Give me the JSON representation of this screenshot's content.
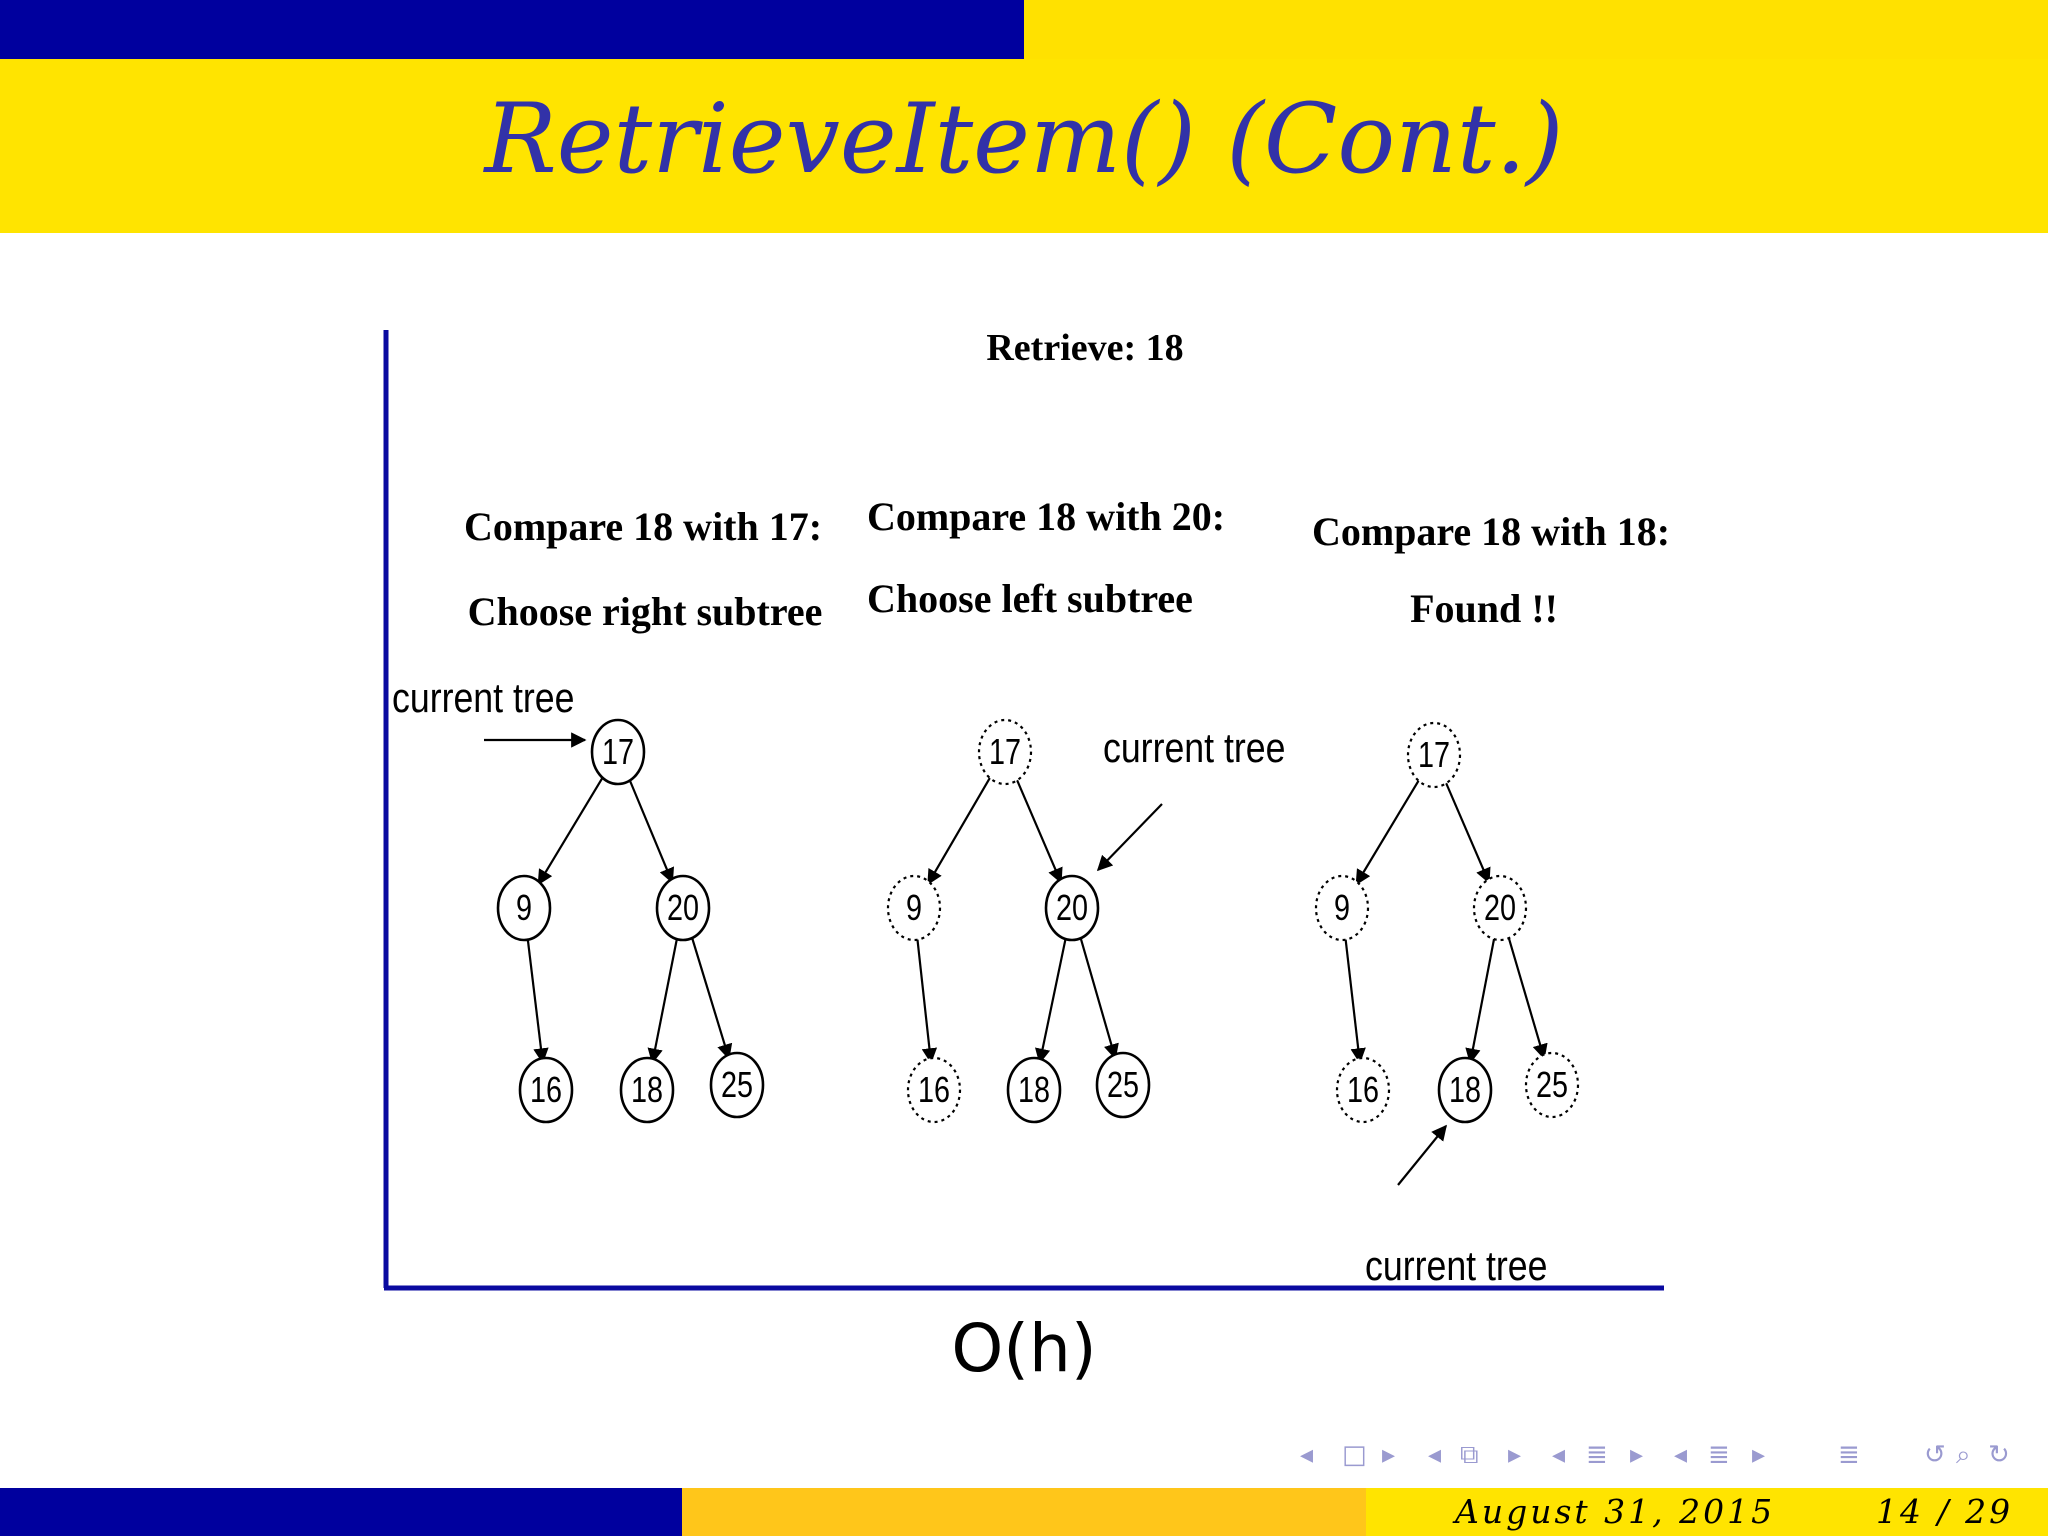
{
  "slide": {
    "title": "RetrieveItem() (Cont.)",
    "complexity": "O(h)",
    "date": "August 31, 2015",
    "page": "14 / 29"
  },
  "diagram": {
    "heading": "Retrieve: 18",
    "pointer_label": "current tree",
    "panels": [
      {
        "caption_line1": "Compare 18 with 17:",
        "caption_line2": "Choose right subtree",
        "nodes": [
          "17",
          "9",
          "20",
          "16",
          "18",
          "25"
        ],
        "current": "17",
        "visited": [
          "17",
          "9",
          "20",
          "16",
          "18",
          "25"
        ]
      },
      {
        "caption_line1": "Compare 18 with 20:",
        "caption_line2": "Choose left subtree",
        "nodes": [
          "17",
          "9",
          "20",
          "16",
          "18",
          "25"
        ],
        "current": "20",
        "visited": [
          "20",
          "18",
          "25"
        ]
      },
      {
        "caption_line1": "Compare 18 with 18:",
        "caption_line2": "Found !!",
        "nodes": [
          "17",
          "9",
          "20",
          "16",
          "18",
          "25"
        ],
        "current": "18",
        "visited": [
          "18"
        ]
      }
    ]
  },
  "nav": {
    "icons": [
      "nav-prev-frame-icon",
      "nav-frame-icon",
      "nav-next-frame-icon",
      "nav-prev-subsection-icon",
      "nav-subsection-icon",
      "nav-next-subsection-icon",
      "nav-prev-section-icon",
      "nav-section-icon",
      "nav-next-section-icon",
      "nav-align-icon",
      "nav-undo-icon",
      "nav-search-icon"
    ]
  },
  "colors": {
    "navy": "#00009e",
    "yellow": "#ffe400",
    "gold": "#ffc61a",
    "title": "#3232a8"
  }
}
